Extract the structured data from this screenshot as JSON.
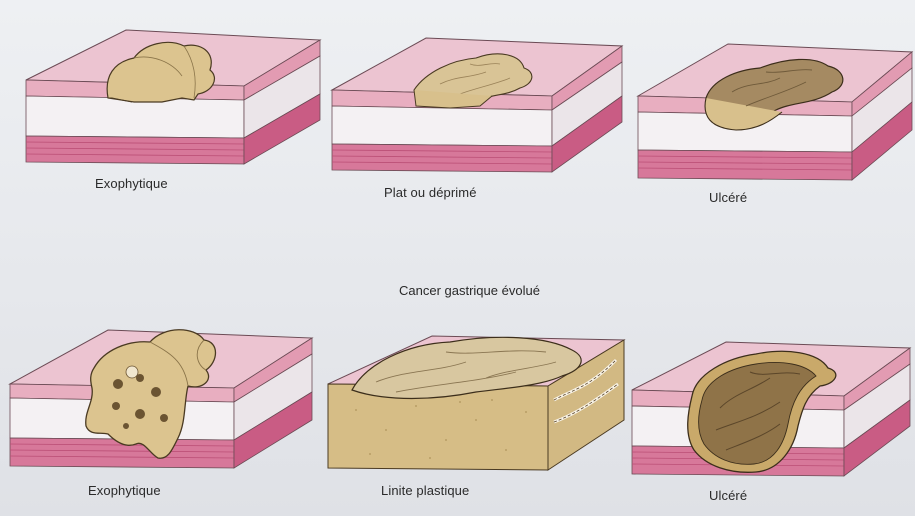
{
  "captions": {
    "top_left": "Exophytique",
    "top_middle": "Plat ou déprimé",
    "top_right": "Ulcéré",
    "section_title": "Cancer gastrique évolué",
    "bottom_left": "Exophytique",
    "bottom_middle": "Linite plastique",
    "bottom_right": "Ulcéré"
  },
  "colors": {
    "mucosa_top": "#e9bccb",
    "mucosa_side": "#e7a9bd",
    "submucosa": "#f4f1f3",
    "muscularis": "#d56f92",
    "tumor": "#d8c08c",
    "ulcer_floor": "#a88c63"
  }
}
